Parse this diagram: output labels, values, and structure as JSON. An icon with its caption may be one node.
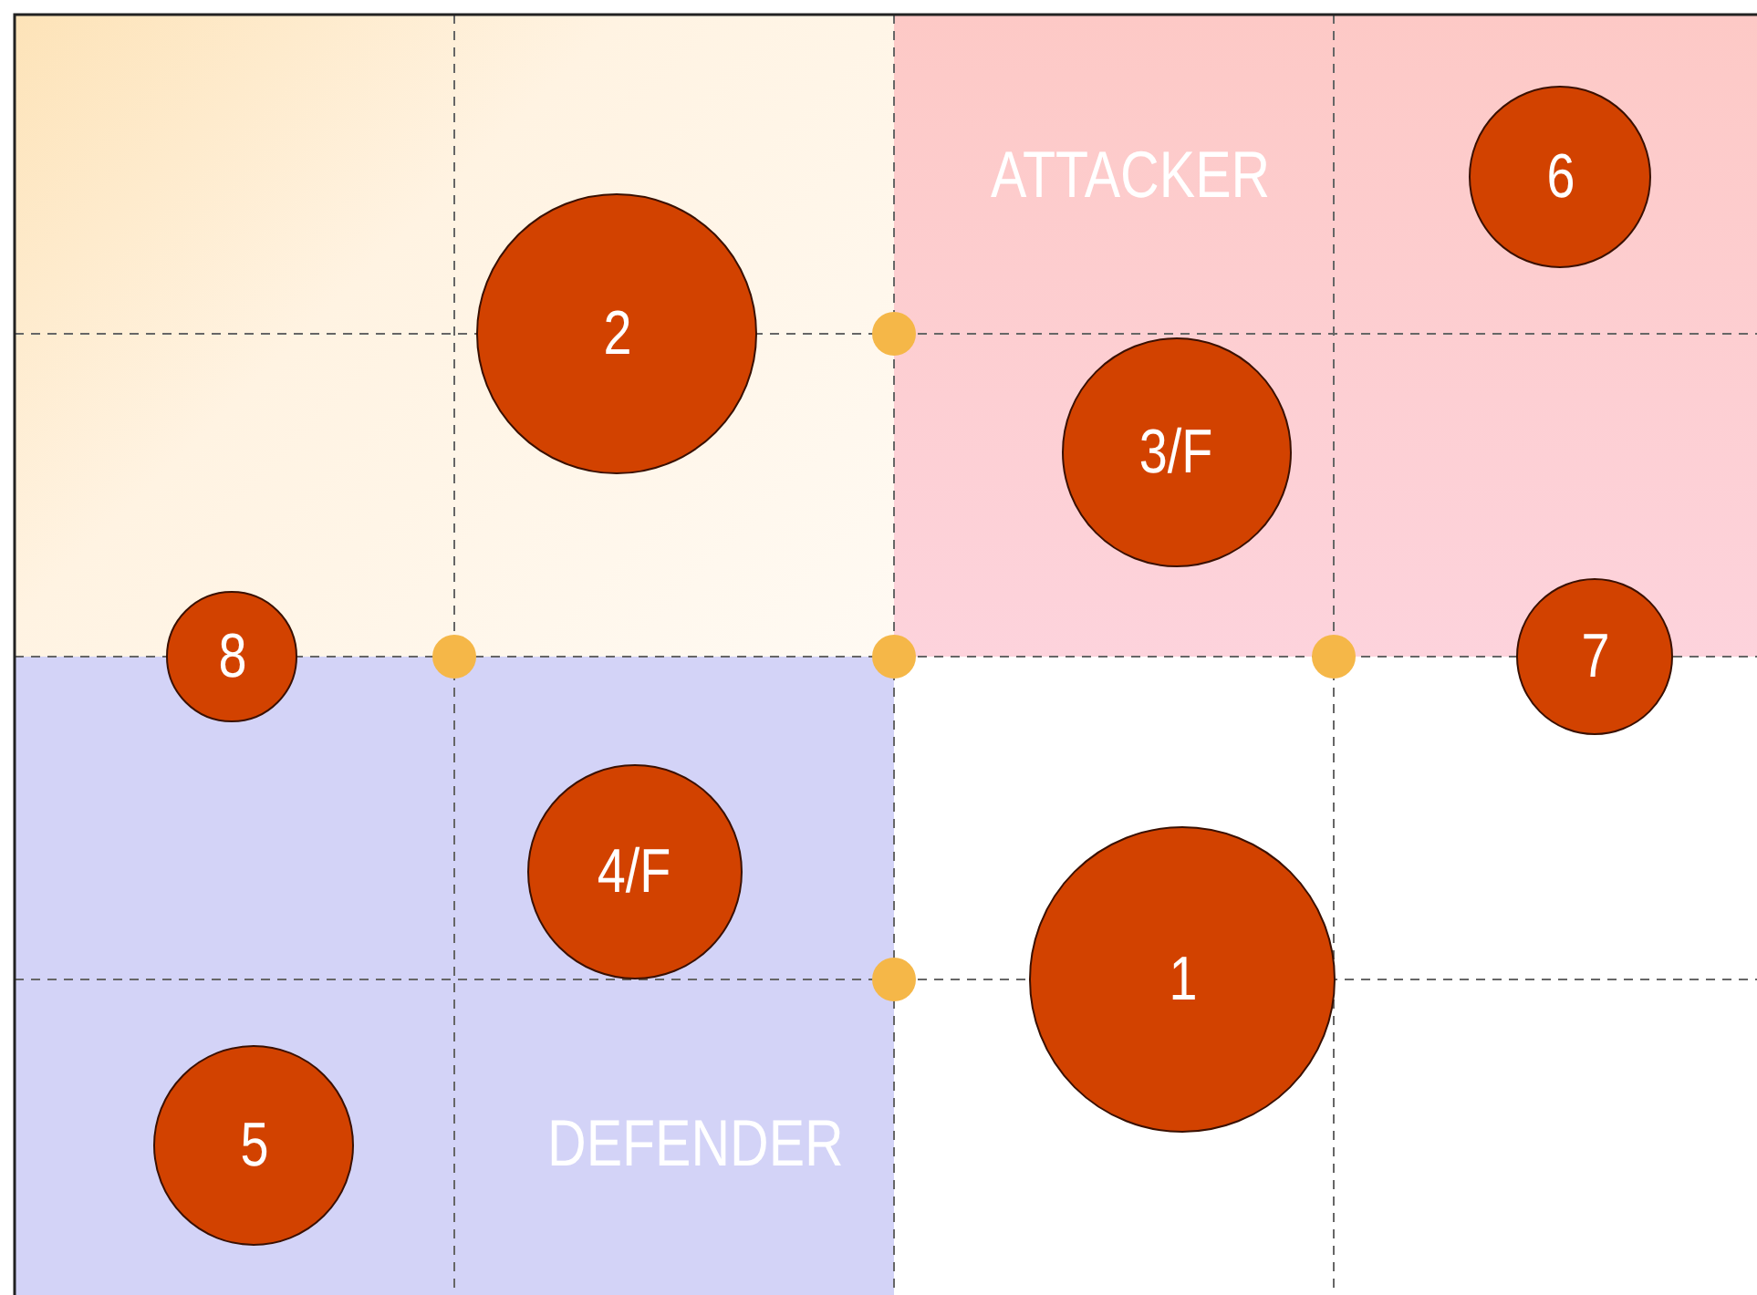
{
  "diagram": {
    "nodes": [
      {
        "text": [
          "6"
        ]
      },
      {
        "text": [
          "2"
        ]
      },
      {
        "text": [
          "3/F"
        ]
      },
      {
        "text": [
          "8"
        ]
      },
      {
        "text": [
          "7"
        ]
      },
      {
        "text": [
          "4/F"
        ]
      },
      {
        "text": [
          "1"
        ]
      },
      {
        "text": [
          "5"
        ]
      }
    ],
    "labels": [
      "ATTACKER",
      "DEFENDER"
    ]
  }
}
